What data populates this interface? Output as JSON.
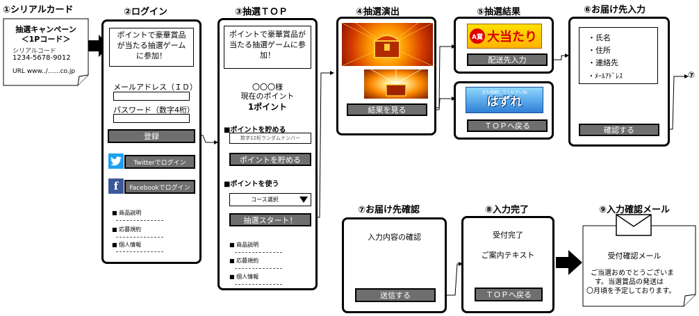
{
  "titles": {
    "t1": "①シリアルカード",
    "t2": "②ログイン",
    "t3": "③抽選ＴＯＰ",
    "t4": "④抽選演出",
    "t5": "⑤抽選結果",
    "t6": "⑥お届け先入力",
    "t7": "⑦お届け先確認",
    "t8": "⑧入力完了",
    "t9": "⑨入力確認メール"
  },
  "card": {
    "title_line1": "抽選キャンペーン",
    "title_line2": "＜1Pコード＞",
    "serial_label": "シリアルコード",
    "serial_value": "1234-5678-9012",
    "url": "URL www../……co.jp"
  },
  "login": {
    "banner": "ポイントで豪華賞品が当たる抽選ゲームに参加！",
    "mail_label": "メールアドレス（ＩＤ）",
    "password_label": "パスワード（数字4桁）",
    "login_button": "登録",
    "twitter_button": "Twitterでログイン",
    "facebook_button": "Facebookでログイン",
    "links": [
      "商品説明",
      "応募規約",
      "個人情報"
    ]
  },
  "top": {
    "banner": "ポイントで豪華賞品が当たる抽選ゲームに参加！",
    "user_name": "〇〇〇様",
    "points_label": "現在のポイント",
    "points_value": "1ポイント",
    "save_heading": "■ポイントを貯める",
    "code_placeholder": "数字12桁ランダムナンバー",
    "save_button": "ポイントを貯める",
    "use_heading": "■ポイントを使う",
    "course_select": "コース選択",
    "start_button": "抽選スタート！",
    "links": [
      "商品説明",
      "応募規約",
      "個人情報"
    ]
  },
  "effect": {
    "result_button": "結果を見る"
  },
  "result": {
    "win_badge": "A賞",
    "win_text": "大当たり",
    "address_button": "配送先入力",
    "lose_sub": "また挑戦してくださいね",
    "lose_text": "はずれ",
    "top_button": "ＴＯＰへ戻る"
  },
  "address": {
    "fields": [
      "・氏名",
      "・住所",
      "・連絡先",
      "・ﾒｰﾙｱﾄﾞﾚｽ"
    ],
    "confirm_button": "確認する",
    "next_label": "⑦"
  },
  "confirm": {
    "text": "入力内容の確認",
    "send_button": "送信する"
  },
  "complete": {
    "line1": "受付完了",
    "line2": "ご案内テキスト",
    "top_button": "ＴＯＰへ戻る"
  },
  "mail": {
    "title": "受付確認メール",
    "line1": "ご当選おめでとうございま",
    "line2": "す。当選賞品の発送は",
    "line3": "〇月頃を予定しております。"
  },
  "colors": {
    "button_gray": "#6e6e6e",
    "twitter_blue": "#1da1f2",
    "facebook_blue": "#3b5998"
  }
}
